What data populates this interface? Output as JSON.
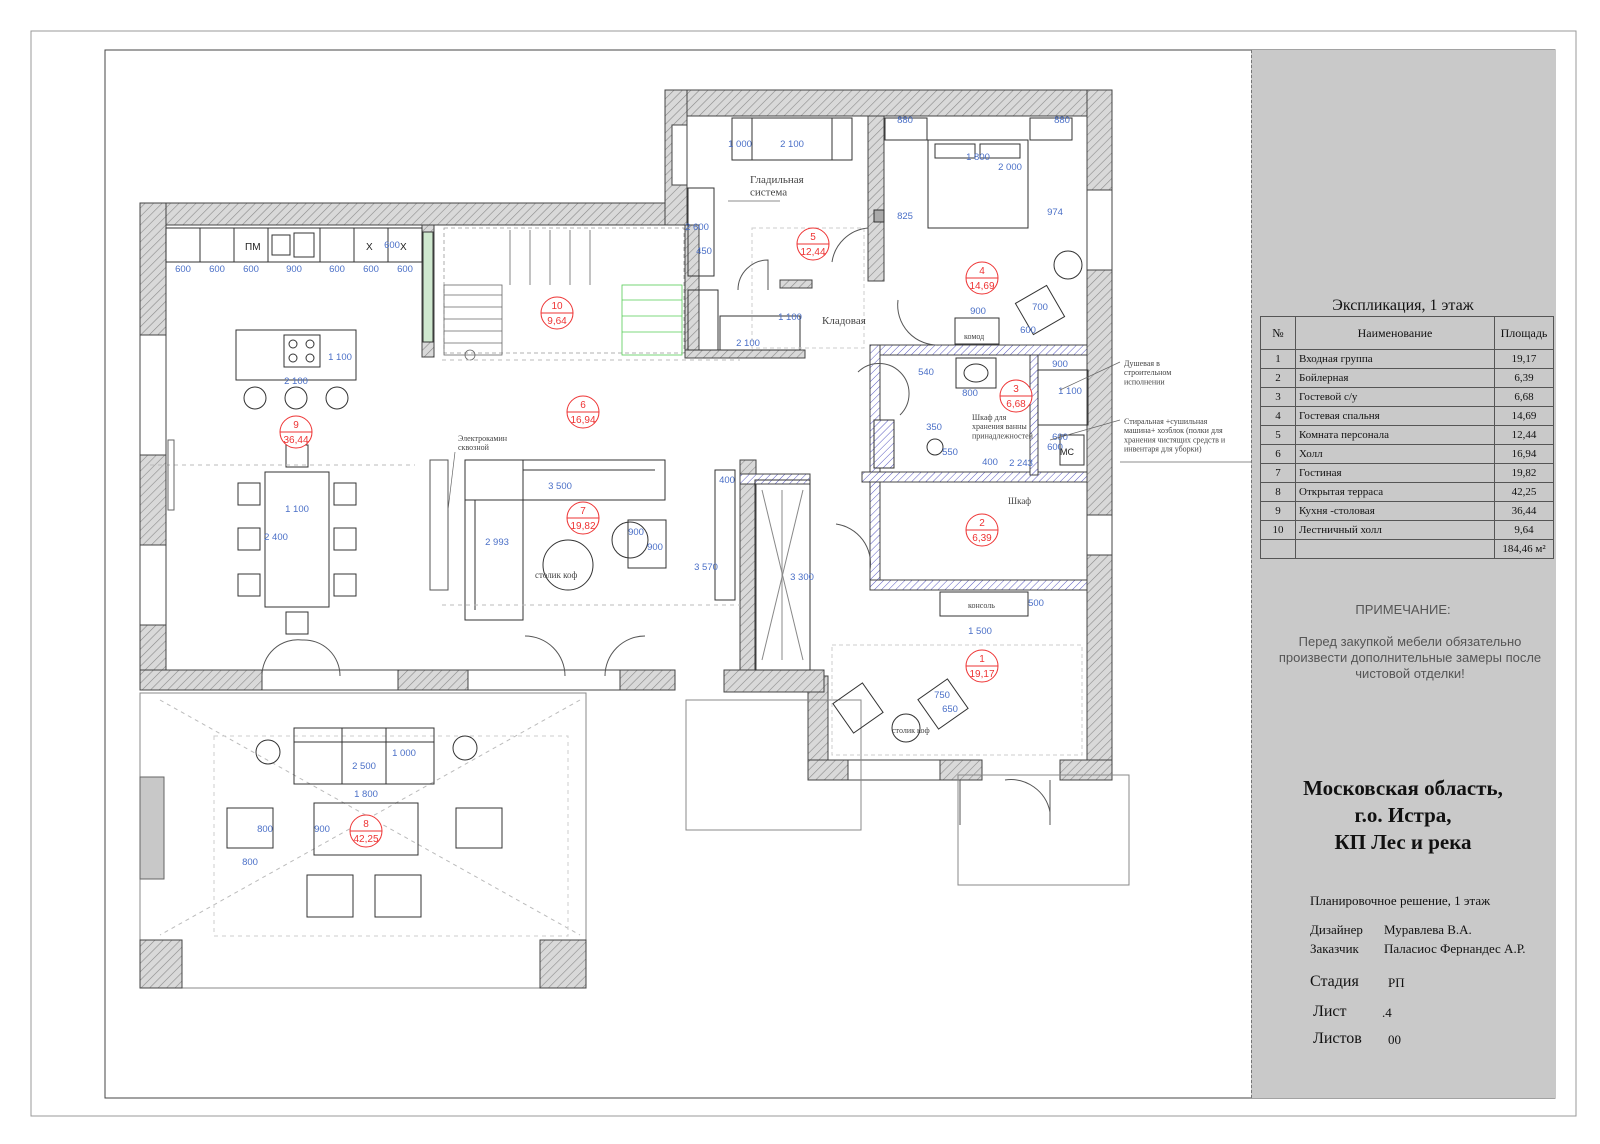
{
  "explication": {
    "title": "Экспликация, 1 этаж",
    "headers": [
      "№",
      "Наименование",
      "Площадь"
    ],
    "rows": [
      {
        "no": "1",
        "name": "Входная группа",
        "area": "19,17"
      },
      {
        "no": "2",
        "name": "Бойлерная",
        "area": "6,39"
      },
      {
        "no": "3",
        "name": "Гостевой с/у",
        "area": "6,68"
      },
      {
        "no": "4",
        "name": "Гостевая спальня",
        "area": "14,69"
      },
      {
        "no": "5",
        "name": "Комната персонала",
        "area": "12,44"
      },
      {
        "no": "6",
        "name": "Холл",
        "area": "16,94"
      },
      {
        "no": "7",
        "name": "Гостиная",
        "area": "19,82"
      },
      {
        "no": "8",
        "name": "Открытая терраса",
        "area": "42,25"
      },
      {
        "no": "9",
        "name": "Кухня -столовая",
        "area": "36,44"
      },
      {
        "no": "10",
        "name": "Лестничный холл",
        "area": "9,64"
      }
    ],
    "total": "184,46 м²"
  },
  "note": {
    "heading": "ПРИМЕЧАНИЕ:",
    "text": "Перед закупкой мебели обязательно произвести дополнительные замеры после чистовой отделки!"
  },
  "address": [
    "Московская область,",
    "г.о. Истра,",
    "КП Лес и река"
  ],
  "plan_title": "Планировочное решение, 1 этаж",
  "designer_label": "Дизайнер",
  "designer": "Муравлева В.А.",
  "client_label": "Заказчик",
  "client": "Паласиос Фернандес А.Р.",
  "stage_label": "Стадия",
  "stage": "РП",
  "sheet_label": "Лист",
  "sheet": ".4",
  "sheets_label": "Листов",
  "sheets": "00",
  "rooms": [
    {
      "num": "1",
      "area": "19,17"
    },
    {
      "num": "2",
      "area": "6,39"
    },
    {
      "num": "3",
      "area": "6,68"
    },
    {
      "num": "4",
      "area": "14,69"
    },
    {
      "num": "5",
      "area": "12,44"
    },
    {
      "num": "6",
      "area": "16,94"
    },
    {
      "num": "7",
      "area": "19,82"
    },
    {
      "num": "8",
      "area": "42,25"
    },
    {
      "num": "9",
      "area": "36,44"
    },
    {
      "num": "10",
      "area": "9,64"
    }
  ],
  "labels": {
    "ironing": "Гладильная\nсистема",
    "pantry": "Кладовая",
    "shower": "Душевая в\nстроительном\nисполнении",
    "washer": "Стиральная +сушильная\nмашина+ хозблок (полки для\nхранения чистящих средств и\nинвентаря для уборки)",
    "bath_cabinet": "Шкаф для\nхранения ванны\nпринадлежностей",
    "closet": "Шкаф",
    "fireplace": "Электрокамин\nсквозной",
    "coffee_table": "столик коф",
    "coffee_table2": "столик коф",
    "dresser": "комод",
    "console": "консоль",
    "pm": "ПМ",
    "mc": "МС",
    "x1": "X",
    "x2": "X"
  },
  "dimensions": {
    "k1": "600",
    "k2": "600",
    "k3": "600",
    "k4": "900",
    "k5": "600",
    "k6": "600",
    "k7": "600",
    "k8": "600",
    "island_w": "2 100",
    "island_h": "1 100",
    "table_w": "1 100",
    "table_h": "2 400",
    "sofa5_w": "2 100",
    "sofa5_h": "1 000",
    "bed_w": "1 800",
    "bed_h": "2 000",
    "b1": "880",
    "b2": "880",
    "b3": "825",
    "b4": "974",
    "r5_a": "2 100",
    "r5_b": "1 100",
    "r5_c": "450",
    "r5_d": "2 600",
    "dresser_w": "900",
    "chair4": "700",
    "chair4b": "600",
    "bath_a": "540",
    "bath_b": "800",
    "bath_c": "350",
    "bath_d": "550",
    "bath_e": "900",
    "bath_f": "1 100",
    "bath_g": "600",
    "bath_h": "400",
    "bath_i": "2 243",
    "bath_j": "600",
    "sofa7_w": "3 500",
    "sofa7_h": "2 993",
    "pouf_w": "900",
    "pouf_h": "900",
    "tv_h": "3 570",
    "tv_w": "400",
    "wardrobe_h": "3 300",
    "entry_w": "1 500",
    "entry_c1": "750",
    "entry_c2": "650",
    "console_h": "500",
    "sofa8_w": "2 500",
    "sofa8_h": "1 000",
    "table8_w": "1 800",
    "table8_h": "900",
    "arm8_w": "800",
    "arm8_h": "800"
  }
}
